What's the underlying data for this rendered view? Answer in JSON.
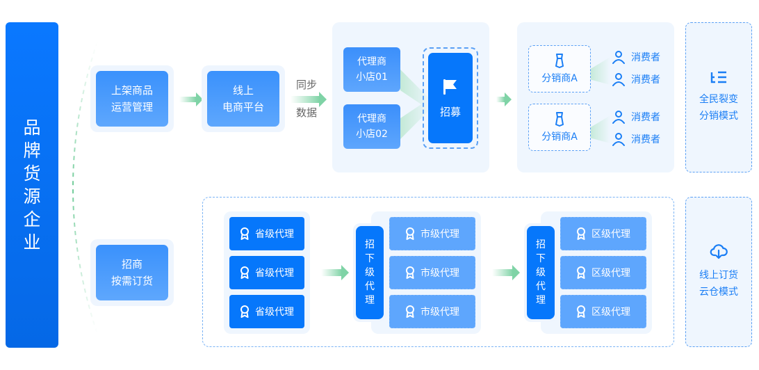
{
  "brand": {
    "title": "品牌货源企业"
  },
  "top_flow": {
    "step1": {
      "line1": "上架商品",
      "line2": "运营管理"
    },
    "step2": {
      "line1": "线上",
      "line2": "电商平台"
    },
    "sync": {
      "line1": "同步",
      "line2": "数据"
    },
    "agents": [
      {
        "line1": "代理商",
        "line2": "小店01"
      },
      {
        "line1": "代理商",
        "line2": "小店02"
      }
    ],
    "recruit": {
      "label": "招募",
      "icon": "flag-icon"
    },
    "distributors": [
      {
        "label": "分销商A",
        "icon": "tie-icon",
        "consumers": [
          "消费者",
          "消费者"
        ]
      },
      {
        "label": "分销商A",
        "icon": "tie-icon",
        "consumers": [
          "消费者",
          "消费者"
        ]
      }
    ],
    "mode": {
      "line1": "全民裂变",
      "line2": "分销模式",
      "icon": "hierarchy-list-icon"
    }
  },
  "bottom_flow": {
    "step1": {
      "line1": "招商",
      "line2": "按需订货"
    },
    "provincial": [
      "省级代理",
      "省级代理",
      "省级代理"
    ],
    "recruit_lower_1": "招下级代理",
    "city": [
      "市级代理",
      "市级代理",
      "市级代理"
    ],
    "recruit_lower_2": "招下级代理",
    "district": [
      "区级代理",
      "区级代理",
      "区级代理"
    ],
    "mode": {
      "line1": "线上订货",
      "line2": "云仓模式",
      "icon": "cloud-download-icon"
    }
  },
  "colors": {
    "primary": "#0677fb",
    "light_blue": "#5ea6fd",
    "panel_bg": "#eff6fe",
    "accent_text": "#1a7ef5",
    "arrow_green": "#7fd3a6"
  }
}
